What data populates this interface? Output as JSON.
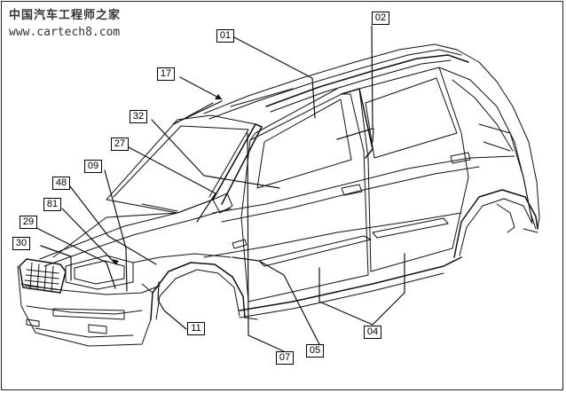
{
  "watermark": {
    "line1": "中国汽车工程师之家",
    "line2": "www.cartech8.com"
  },
  "callouts": {
    "c01": "01",
    "c02": "02",
    "c04": "04",
    "c05": "05",
    "c07": "07",
    "c09": "09",
    "c11": "11",
    "c17": "17",
    "c27": "27",
    "c29": "29",
    "c30": "30",
    "c32": "32",
    "c48": "48",
    "c81": "81"
  }
}
